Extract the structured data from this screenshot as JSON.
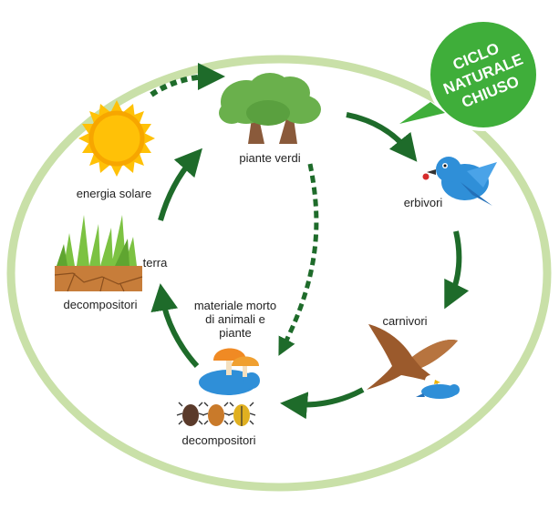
{
  "badge": {
    "lines": [
      "CICLO",
      "NATURALE",
      "CHIUSO"
    ]
  },
  "labels": {
    "sun": "energia solare",
    "plants": "piante verdi",
    "herbivores": "erbivori",
    "carnivores": "carnivori",
    "soil": "terra",
    "soil_decomposers": "decompositori",
    "dead_matter": [
      "materiale morto",
      "di animali e",
      "piante"
    ],
    "decomposers": "decompositori"
  },
  "icons": [
    "sun-icon",
    "trees-icon",
    "bird-icon",
    "eagle-icon",
    "dead-bird-icon",
    "grass-soil-icon",
    "mushrooms-icon",
    "beetle-icon"
  ],
  "colors": {
    "ring": "#c9e0a8",
    "badge": "#3fae3a",
    "arrow": "#1e6b2a",
    "sun": "#ffc107",
    "foliage": "#6ab04c",
    "trunk": "#8a5a3b",
    "bird": "#2f8fd8",
    "eagle": "#9b5a2c",
    "soil": "#c77d3a",
    "grass": "#7cc242",
    "mushroom": "#f08a24"
  }
}
